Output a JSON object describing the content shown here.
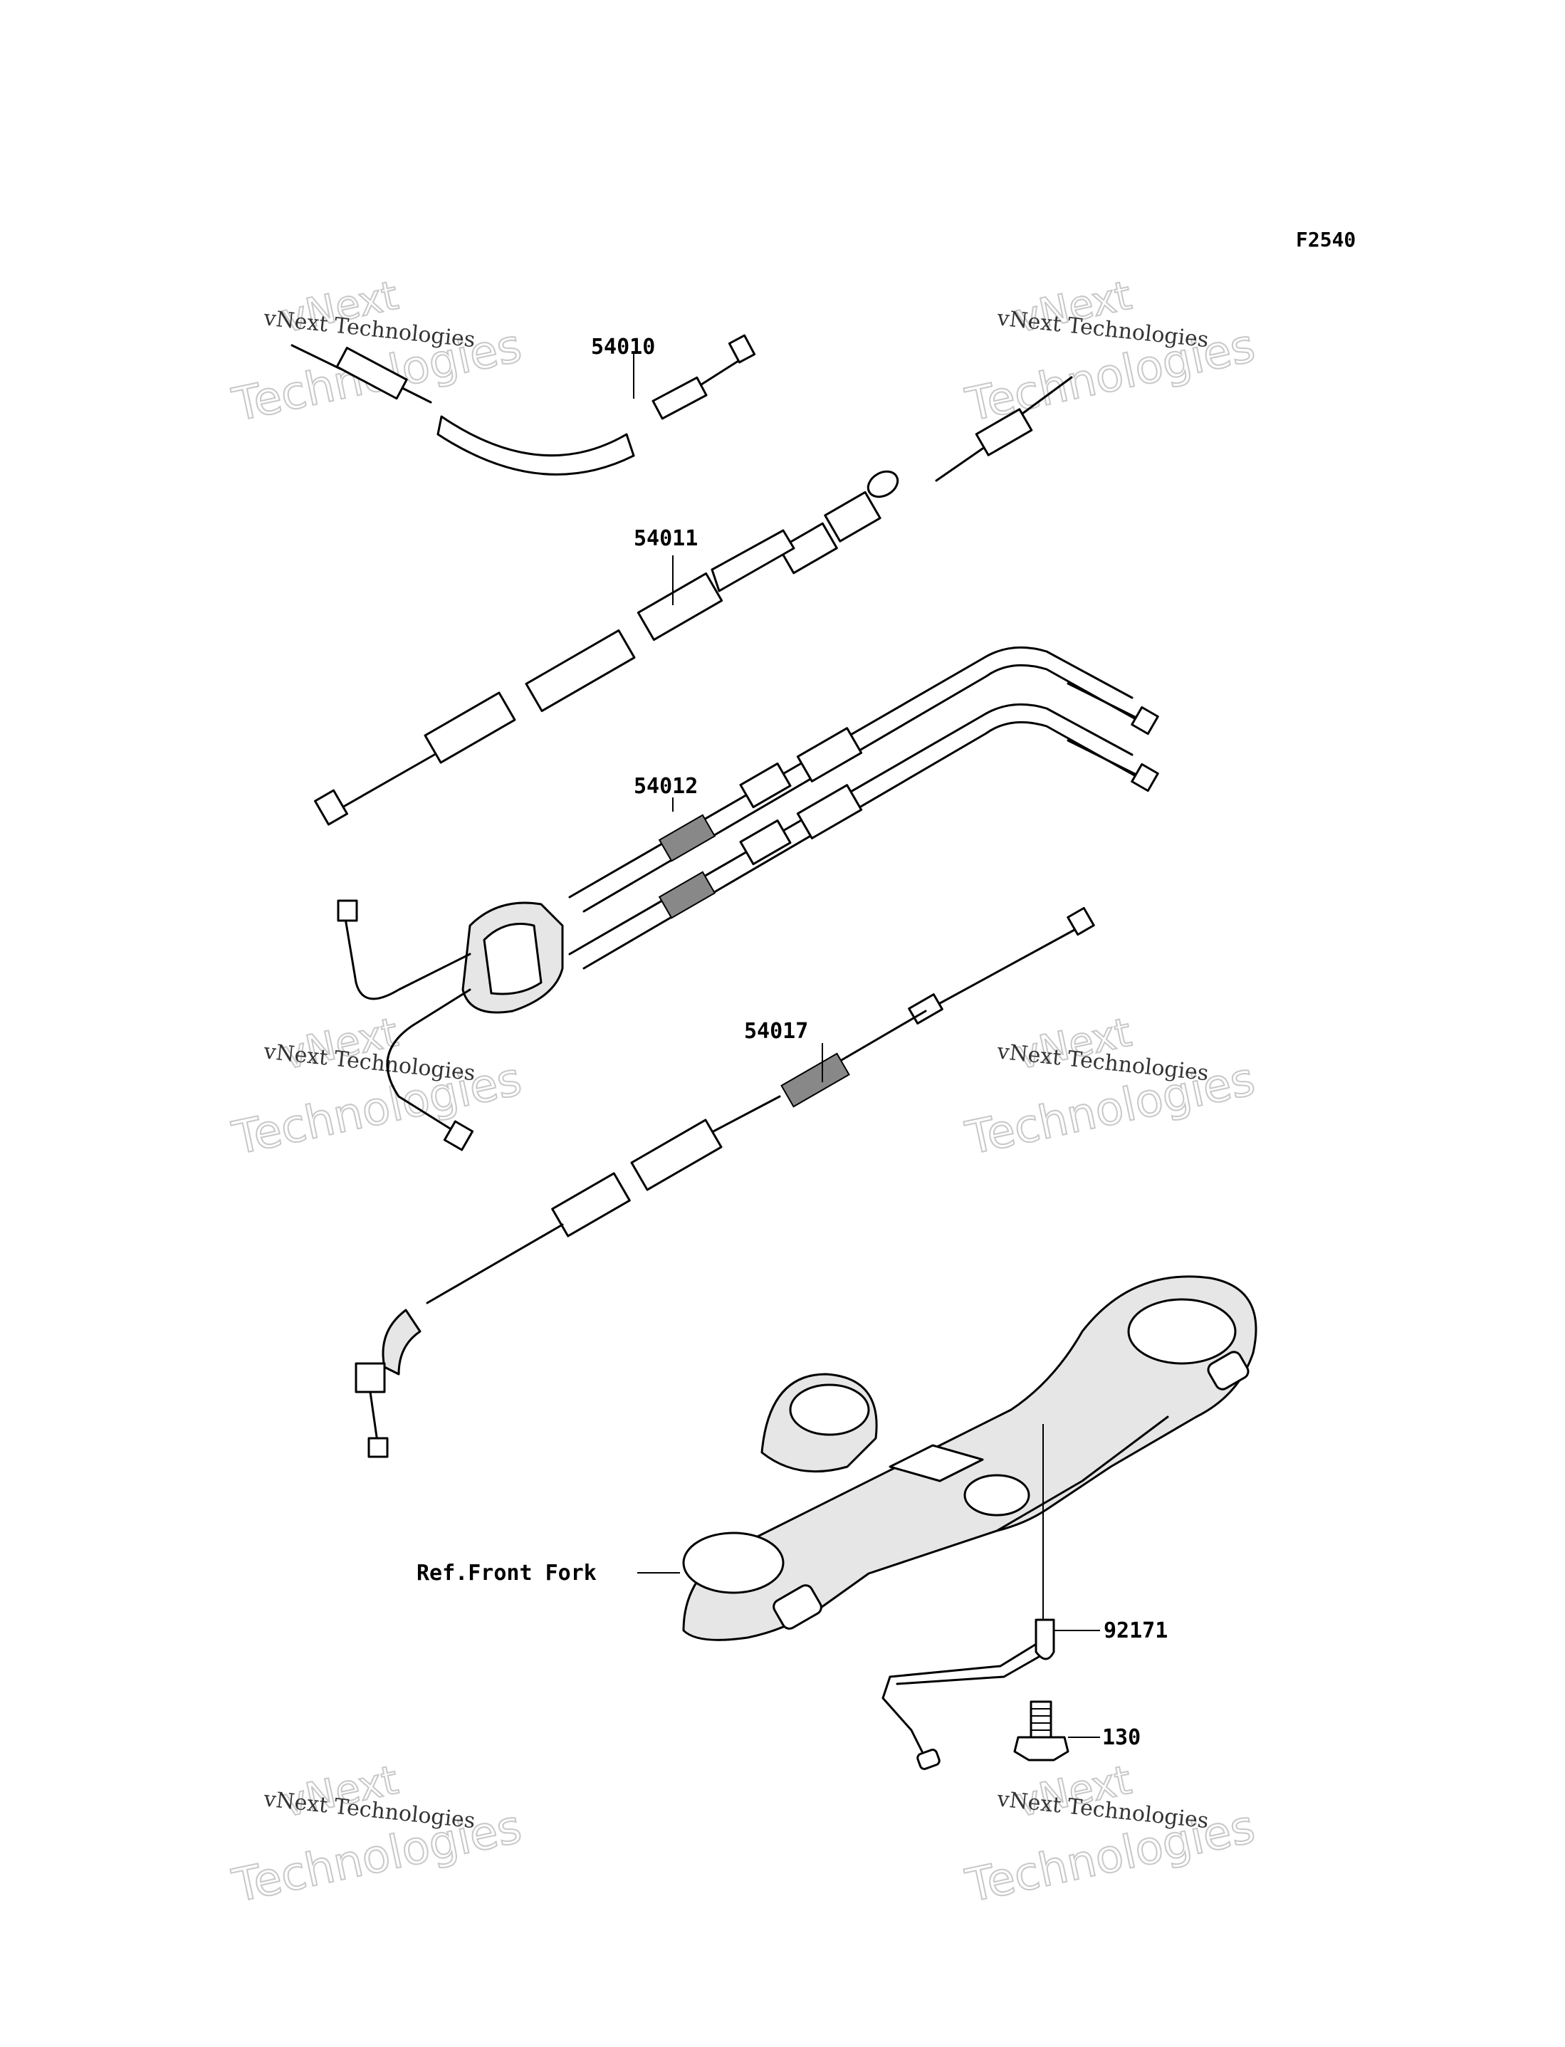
{
  "figure_code": "F2540",
  "callouts": {
    "part_54010": "54010",
    "part_54011": "54011",
    "part_54012": "54012",
    "part_54017": "54017",
    "part_92171": "92171",
    "part_130": "130",
    "ref_front_fork": "Ref.Front Fork"
  },
  "watermark": {
    "line1": "vNext",
    "line2": "vNext Technologies",
    "line3": "Technologies"
  },
  "colors": {
    "ink": "#000000",
    "watermark": "#c8c8c8",
    "background": "#ffffff"
  }
}
